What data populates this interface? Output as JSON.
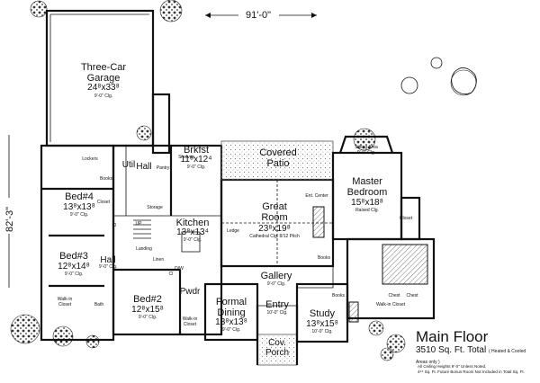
{
  "plan": {
    "overall_width": "91'-0\"",
    "overall_depth": "82'-3\"",
    "title": "Main Floor",
    "sqft_value": "3510",
    "sqft_suffix": "Sq. Ft. Total",
    "sqft_note": "( Heated & Cooled Areas only )",
    "notes": [
      "All Ceiling Heights 9'-0\" Unless Noted.",
      "4⁴⁴ Sq. Ft. Future Bonus Room Not Included in Total Sq. Ft."
    ]
  },
  "rooms": {
    "garage": {
      "name": "Three-Car",
      "name2": "Garage",
      "size": "24⁸x33⁸",
      "ceiling": "9'-0\" Clg."
    },
    "patio": {
      "name": "Covered",
      "name2": "Patio"
    },
    "brkfst": {
      "name": "Brkfst",
      "size": "11⁸x12⁴",
      "ceiling": "9'-0\" Clg."
    },
    "kitchen": {
      "name": "Kitchen",
      "size": "13⁸x13⁴",
      "ceiling": "9'-0\" Clg."
    },
    "great_room": {
      "name": "Great",
      "name2": "Room",
      "size": "23⁸x19⁸",
      "ceiling": "Cathedral Clg. 8/12 Pitch"
    },
    "master": {
      "name": "Master",
      "name2": "Bedroom",
      "size": "15⁸x18⁸",
      "ceiling": "Raised Clg."
    },
    "sitting": {
      "name": "Sitting Area",
      "ceiling": "9'-0\" Clg."
    },
    "bed4": {
      "name": "Bed#4",
      "size": "13⁸x13⁸",
      "ceiling": "9'-0\" Clg."
    },
    "bed3": {
      "name": "Bed#3",
      "size": "12⁸x14⁸",
      "ceiling": "9'-0\" Clg."
    },
    "bed2": {
      "name": "Bed#2",
      "size": "12⁸x15⁸",
      "ceiling": "9'-0\" Clg."
    },
    "formal": {
      "name": "Formal",
      "name2": "Dining",
      "size": "13⁸x13⁸",
      "ceiling": "9'-0\" Clg."
    },
    "entry": {
      "name": "Entry",
      "ceiling": "10'-0\" Clg."
    },
    "study": {
      "name": "Study",
      "size": "13⁸x15⁸",
      "ceiling": "10'-0\" Clg."
    },
    "gallery": {
      "name": "Gallery",
      "ceiling": "9'-0\" Clg."
    },
    "cov_porch": {
      "name": "Cov.",
      "name2": "Porch"
    },
    "util": {
      "name": "Util"
    },
    "hall_top": {
      "name": "Hall"
    },
    "hall_mid": {
      "name": "Hall",
      "ceiling": "9'-0\" Clg."
    },
    "pwdr": {
      "name": "Pwdr"
    },
    "wic": {
      "name": "Walk-in",
      "name2": "Closet"
    },
    "wic_master": {
      "name": "Walk-in Closet"
    },
    "shelves": {
      "name": "Shelves"
    },
    "pantry": {
      "name": "Pantry"
    },
    "landing": {
      "name": "Landing"
    },
    "storage": {
      "name": "Storage"
    },
    "books": {
      "name": "Books"
    },
    "linen": {
      "name": "Linen"
    },
    "ledge": {
      "name": "Ledge"
    },
    "tv": {
      "name": "Ent. Center"
    },
    "lockers": {
      "name": "Lockers"
    },
    "cl": {
      "name": "Cl"
    },
    "up": {
      "name": "UP"
    },
    "closet": {
      "name": "Closet"
    },
    "bath": {
      "name": "Bath"
    },
    "chest": {
      "name": "Chest"
    },
    "dw": {
      "name": "D/W"
    },
    "study_ceiling": "10'-0\" Clg."
  },
  "colors": {
    "ink": "#111111",
    "paper": "#ffffff",
    "hatch": "#555555"
  }
}
